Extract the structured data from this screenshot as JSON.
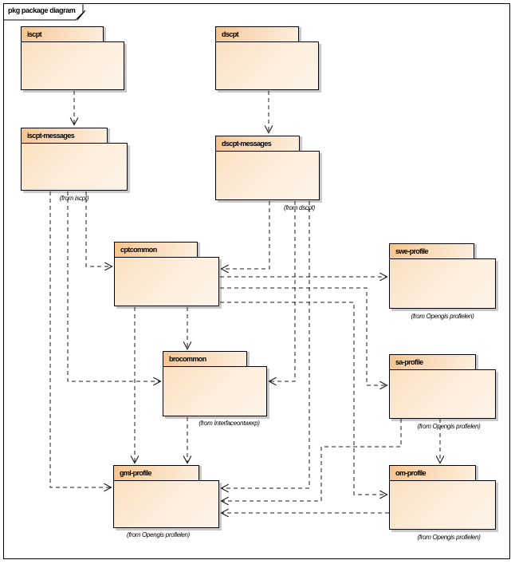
{
  "frame": {
    "title": "pkg package diagram"
  },
  "packages": [
    {
      "name": "iscpt",
      "from": ""
    },
    {
      "name": "dscpt",
      "from": ""
    },
    {
      "name": "iscpt-messages",
      "from": "(from iscpt)"
    },
    {
      "name": "dscpt-messages",
      "from": "(from dscpt)"
    },
    {
      "name": "cptcommon",
      "from": ""
    },
    {
      "name": "swe-profile",
      "from": "(from Opengis profielen)"
    },
    {
      "name": "brocommon",
      "from": "(from Interfaceontwerp)"
    },
    {
      "name": "sa-profile",
      "from": "(from Opengis profielen)"
    },
    {
      "name": "gml-profile",
      "from": "(from Opengis profielen)"
    },
    {
      "name": "om-profile",
      "from": "(from Opengis profielen)"
    }
  ],
  "dependencies": [
    {
      "from": "iscpt",
      "to": "iscpt-messages"
    },
    {
      "from": "dscpt",
      "to": "dscpt-messages"
    },
    {
      "from": "iscpt-messages",
      "to": "cptcommon"
    },
    {
      "from": "iscpt-messages",
      "to": "brocommon"
    },
    {
      "from": "iscpt-messages",
      "to": "gml-profile"
    },
    {
      "from": "dscpt-messages",
      "to": "cptcommon"
    },
    {
      "from": "dscpt-messages",
      "to": "brocommon"
    },
    {
      "from": "dscpt-messages",
      "to": "gml-profile"
    },
    {
      "from": "cptcommon",
      "to": "swe-profile"
    },
    {
      "from": "cptcommon",
      "to": "sa-profile"
    },
    {
      "from": "cptcommon",
      "to": "om-profile"
    },
    {
      "from": "cptcommon",
      "to": "brocommon"
    },
    {
      "from": "cptcommon",
      "to": "gml-profile"
    },
    {
      "from": "brocommon",
      "to": "gml-profile"
    },
    {
      "from": "sa-profile",
      "to": "om-profile"
    },
    {
      "from": "sa-profile",
      "to": "gml-profile"
    },
    {
      "from": "om-profile",
      "to": "gml-profile"
    }
  ],
  "colors": {
    "package_tab_start": "#f6c48e",
    "package_fill": "#fdeedd",
    "package_border": "#000000",
    "shadow": "#c9c9c9",
    "dependency_line": "#1a1a1a",
    "background": "#ffffff"
  }
}
